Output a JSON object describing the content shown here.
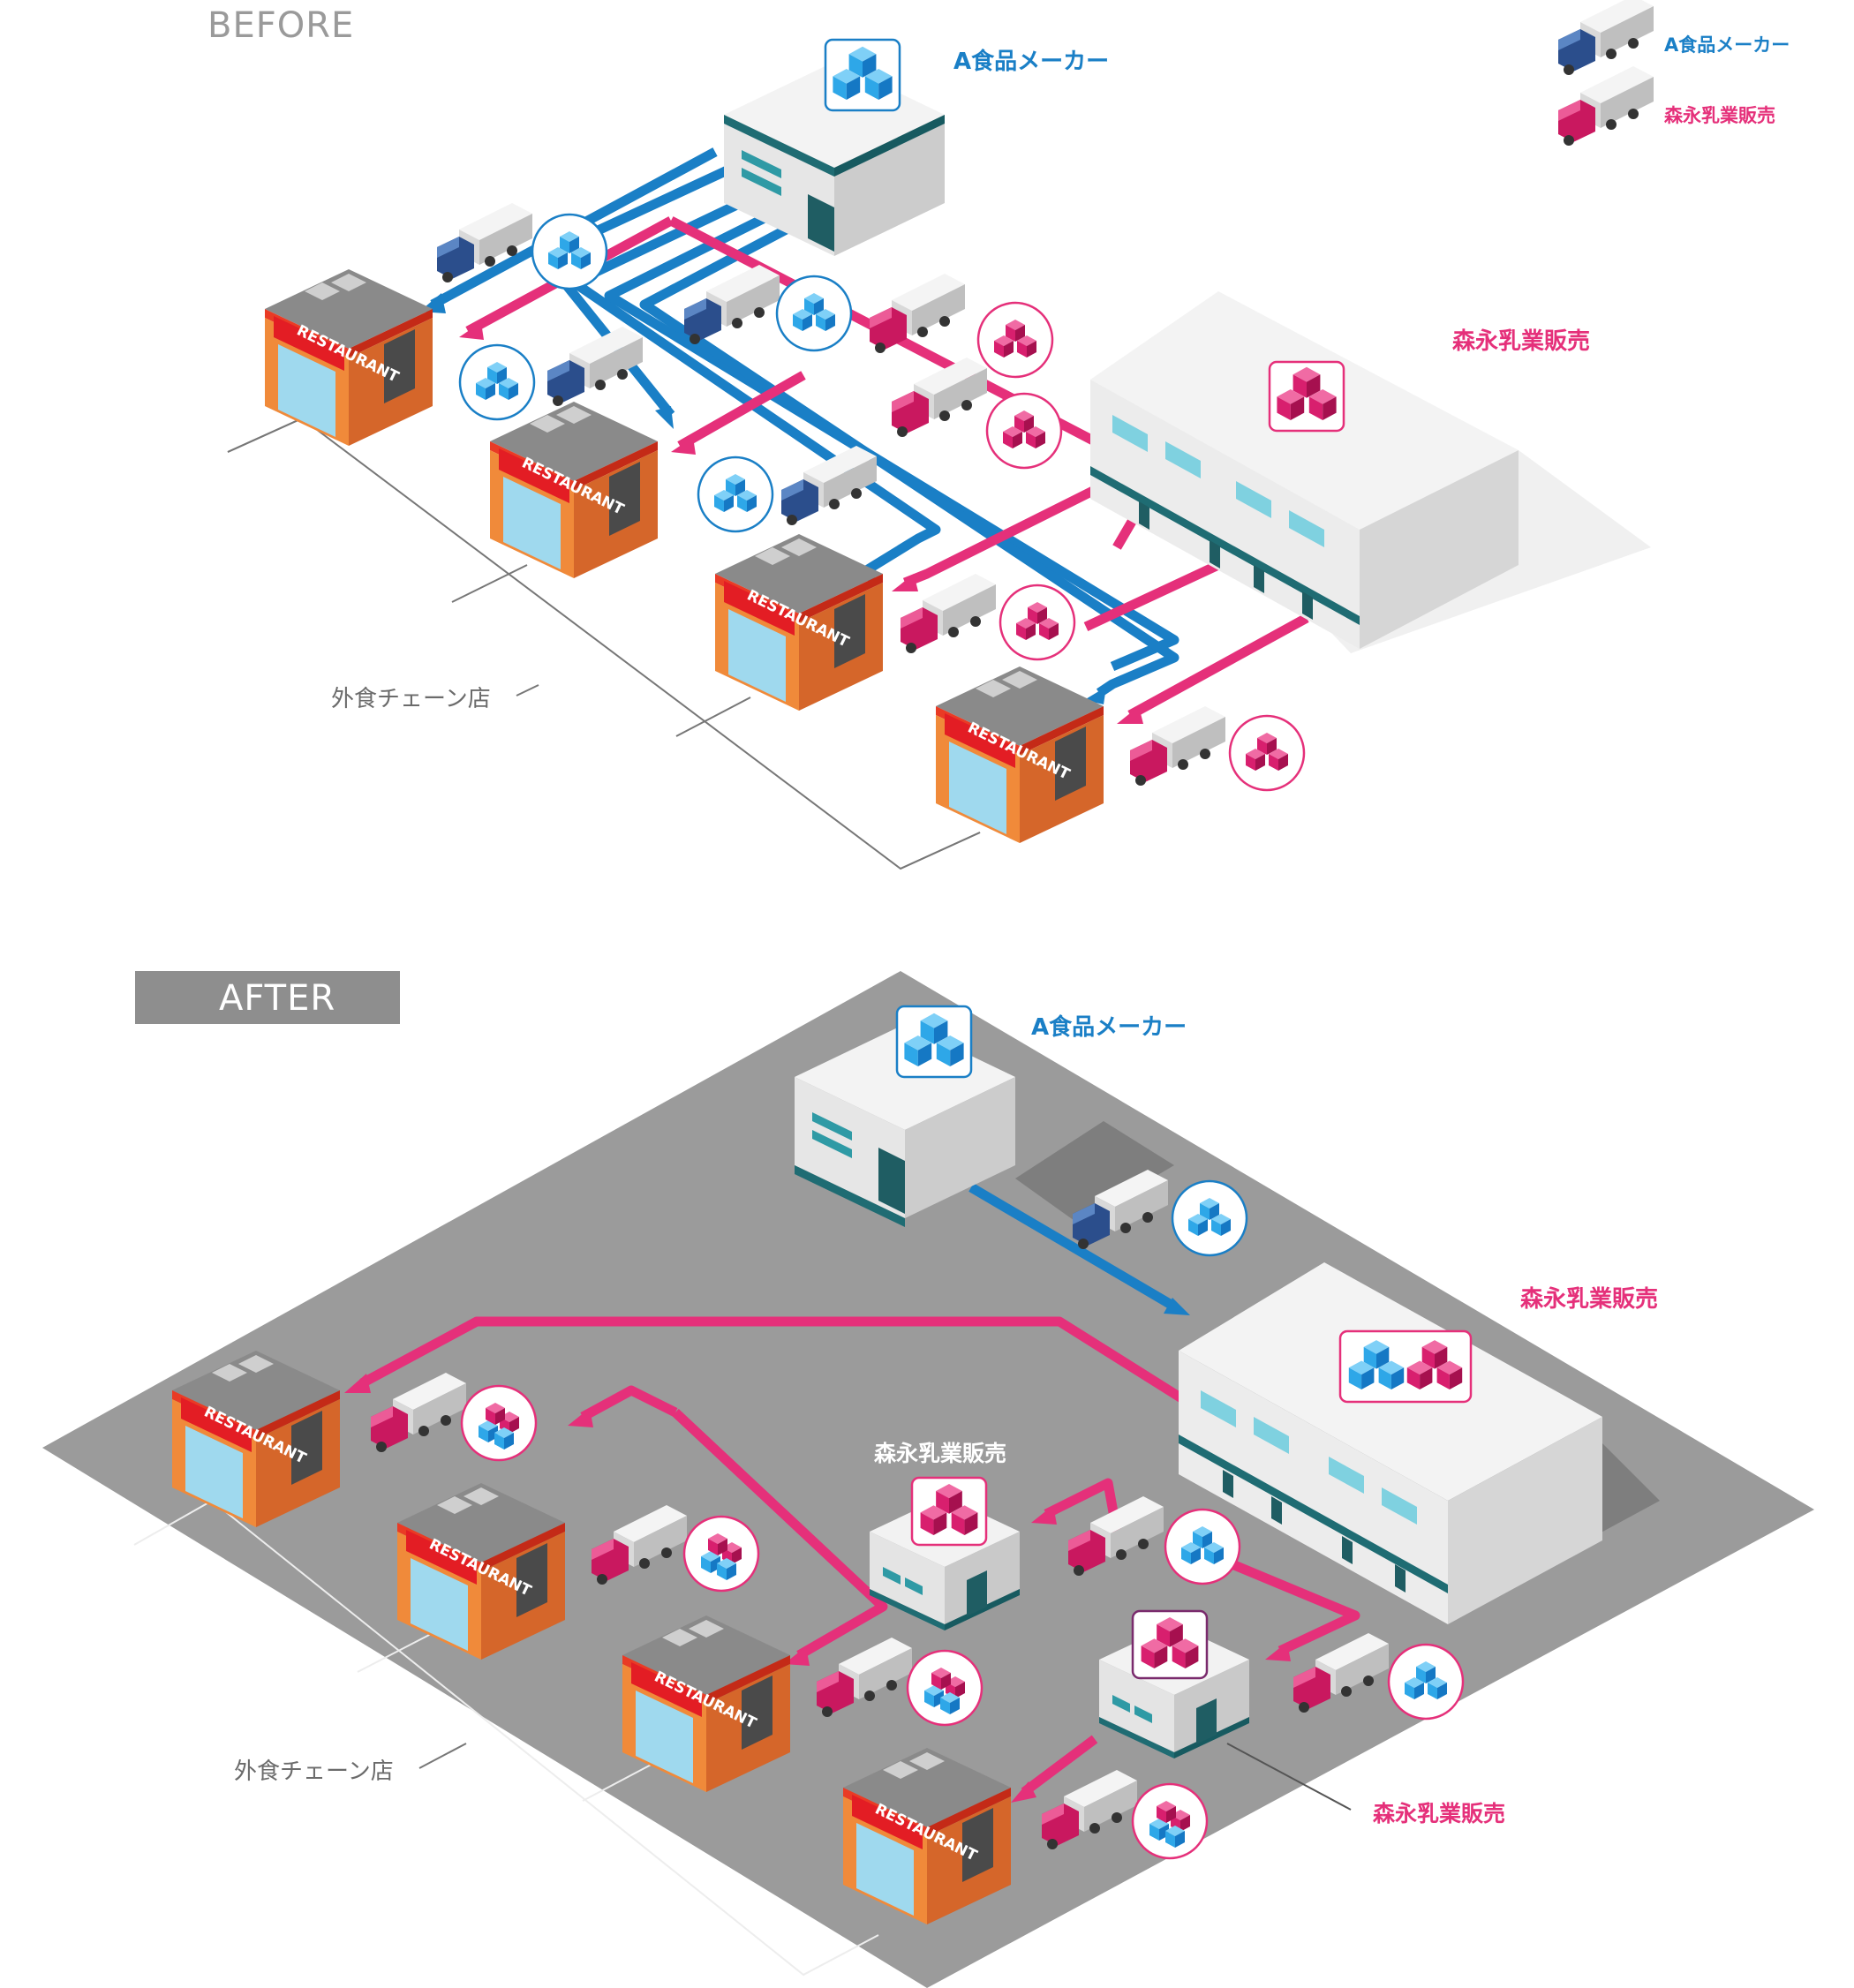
{
  "sections": {
    "before": {
      "label": "BEFORE"
    },
    "after": {
      "label": "AFTER"
    }
  },
  "legend": {
    "maker_truck": "A食品メーカー",
    "morinaga_truck": "森永乳業販売"
  },
  "labels": {
    "before_maker": "A食品メーカー",
    "before_morinaga": "森永乳業販売",
    "before_chain": "外食チェーン店",
    "after_maker": "A食品メーカー",
    "after_morinaga_main": "森永乳業販売",
    "after_morinaga_depot1": "森永乳業販売",
    "after_morinaga_depot2": "森永乳業販売",
    "after_chain": "外食チェーン店",
    "restaurant_sign": "RESTAURANT"
  },
  "colors": {
    "maker_blue": "#1a7fc6",
    "morinaga_pink": "#e5307a",
    "cube_blue": "#2ea7e8",
    "cube_pink": "#d81f6e",
    "floor_grey": "#9b9b9b",
    "after_tag_grey": "#8e8e8e"
  }
}
